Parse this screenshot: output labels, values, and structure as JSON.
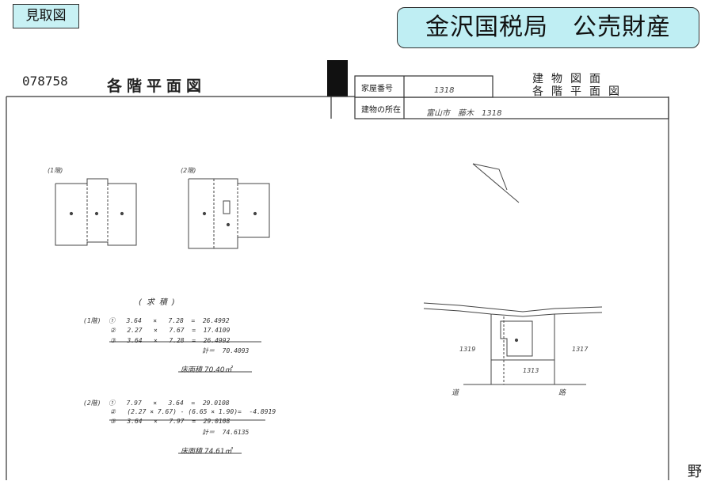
{
  "tags": {
    "mitorizu": "見取図"
  },
  "banner": {
    "office": "金沢国税局　公売財産"
  },
  "document": {
    "number": "078758",
    "title": "各階平面図",
    "header_title_1": "建物図面",
    "header_title_2": "各階平面図"
  },
  "fields": {
    "house_number_label": "家屋番号",
    "house_number_value": "1318",
    "location_label": "建物の所在",
    "location_value": "富山市　藤木　1318"
  },
  "floorplans": {
    "floor1_label": "(1階)",
    "floor2_label": "(2階)"
  },
  "calculation": {
    "heading": "(求積)",
    "floor1_rows": [
      "(1階)  ①   3.64   ×   7.28  =  26.4992",
      "       ②   2.27   ×   7.67  =  17.4109",
      "       ③   3.64   ×   7.28  =  26.4992"
    ],
    "floor1_subtotal": "計＝  70.4093",
    "floor1_area": "床面積 70.40㎡",
    "floor2_rows": [
      "(2階)  ①   7.97   ×   3.64  =  29.0108",
      "       ②   (2.27 × 7.67) - (6.65 × 1.90)=  -4.8919",
      "       ③   3.64   ×   7.97  =  29.0108"
    ],
    "floor2_subtotal": "計＝  74.6135",
    "floor2_area": "床面積 74.61㎡"
  },
  "site_map": {
    "lot_left": "1319",
    "lot_right": "1317",
    "lot_bottom": "1313",
    "road_left": "道",
    "road_right": "路"
  },
  "corner": {
    "char": "野"
  }
}
